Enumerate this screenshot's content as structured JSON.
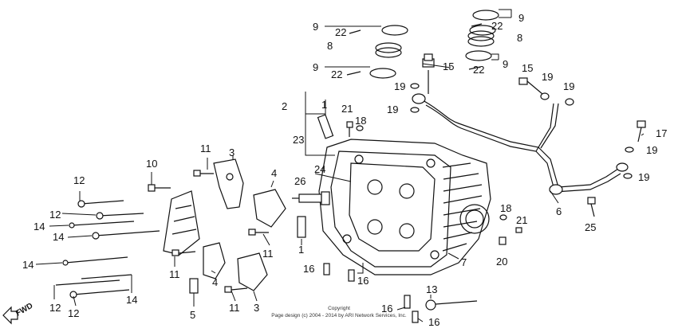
{
  "colors": {
    "ink": "#111111",
    "background": "#ffffff"
  },
  "fwd_label": "FWD",
  "copyright": {
    "line1": "Copyright",
    "line2": "Page design (c) 2004 - 2014 by ARI Network Services, Inc."
  },
  "callouts": [
    {
      "id": "c9a",
      "text": "9"
    },
    {
      "id": "c22a",
      "text": "22"
    },
    {
      "id": "c8a",
      "text": "8"
    },
    {
      "id": "c9b",
      "text": "9"
    },
    {
      "id": "c22b",
      "text": "22"
    },
    {
      "id": "c9c",
      "text": "9"
    },
    {
      "id": "c22c",
      "text": "22"
    },
    {
      "id": "c8b",
      "text": "8"
    },
    {
      "id": "c9d",
      "text": "9"
    },
    {
      "id": "c22d",
      "text": "22"
    },
    {
      "id": "c15a",
      "text": "15"
    },
    {
      "id": "c15b",
      "text": "15"
    },
    {
      "id": "c19a",
      "text": "19"
    },
    {
      "id": "c19b",
      "text": "19"
    },
    {
      "id": "c19c",
      "text": "19"
    },
    {
      "id": "c19d",
      "text": "19"
    },
    {
      "id": "c19e",
      "text": "19"
    },
    {
      "id": "c19f",
      "text": "19"
    },
    {
      "id": "c17",
      "text": "17"
    },
    {
      "id": "c2",
      "text": "2"
    },
    {
      "id": "c1a",
      "text": "1"
    },
    {
      "id": "c21a",
      "text": "21"
    },
    {
      "id": "c18a",
      "text": "18"
    },
    {
      "id": "c23",
      "text": "23"
    },
    {
      "id": "c24",
      "text": "24"
    },
    {
      "id": "c26",
      "text": "26"
    },
    {
      "id": "c11a",
      "text": "11"
    },
    {
      "id": "c3a",
      "text": "3"
    },
    {
      "id": "c10",
      "text": "10"
    },
    {
      "id": "c4a",
      "text": "4"
    },
    {
      "id": "c12a",
      "text": "12"
    },
    {
      "id": "c12b",
      "text": "12"
    },
    {
      "id": "c14a",
      "text": "14"
    },
    {
      "id": "c14b",
      "text": "14"
    },
    {
      "id": "c14c",
      "text": "14"
    },
    {
      "id": "c14d",
      "text": "14"
    },
    {
      "id": "c12c",
      "text": "12"
    },
    {
      "id": "c12d",
      "text": "12"
    },
    {
      "id": "c11b",
      "text": "11"
    },
    {
      "id": "c11c",
      "text": "11"
    },
    {
      "id": "c4b",
      "text": "4"
    },
    {
      "id": "c5",
      "text": "5"
    },
    {
      "id": "c11d",
      "text": "11"
    },
    {
      "id": "c3b",
      "text": "3"
    },
    {
      "id": "c1b",
      "text": "1"
    },
    {
      "id": "c16a",
      "text": "16"
    },
    {
      "id": "c16b",
      "text": "16"
    },
    {
      "id": "c16c",
      "text": "16"
    },
    {
      "id": "c16d",
      "text": "16"
    },
    {
      "id": "c13",
      "text": "13"
    },
    {
      "id": "c7",
      "text": "7"
    },
    {
      "id": "c6",
      "text": "6"
    },
    {
      "id": "c18b",
      "text": "18"
    },
    {
      "id": "c21b",
      "text": "21"
    },
    {
      "id": "c20",
      "text": "20"
    },
    {
      "id": "c25",
      "text": "25"
    }
  ]
}
